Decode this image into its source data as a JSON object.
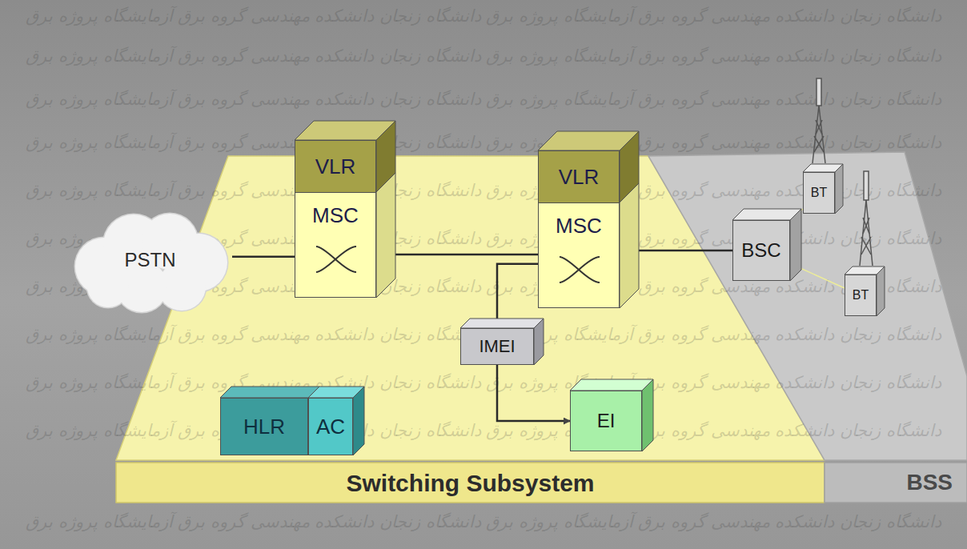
{
  "diagram": {
    "nodes": [
      {
        "text": [
          "Switching Subsystem"
        ]
      },
      {
        "text": [
          "BSS"
        ]
      },
      {
        "text": [
          "PSTN"
        ]
      },
      {
        "text": [
          "VLR",
          "MSC"
        ],
        "in": 0
      },
      {
        "text": [
          "VLR",
          "MSC"
        ],
        "in": 0
      },
      {
        "text": [
          "IMEI"
        ],
        "in": 0
      },
      {
        "text": [
          "EI"
        ],
        "in": 0
      },
      {
        "text": [
          "HLR"
        ],
        "in": 0
      },
      {
        "text": [
          "AC"
        ],
        "in": 0
      },
      {
        "text": [
          "BSC"
        ],
        "in": 1
      },
      {
        "text": [
          "BT"
        ],
        "in": 1
      },
      {
        "text": [
          "BT"
        ],
        "in": 1
      }
    ],
    "edges": [
      {
        "from": 2,
        "to": 3,
        "arrow": "none"
      },
      {
        "from": 3,
        "to": 4,
        "arrow": "none"
      },
      {
        "from": 4,
        "to": 9,
        "arrow": "none"
      },
      {
        "from": 5,
        "to": 4,
        "arrow": "none"
      },
      {
        "from": 5,
        "to": 6,
        "arrow": "to"
      },
      {
        "from": 9,
        "to": 10,
        "arrow": "none"
      },
      {
        "from": 9,
        "to": 11,
        "arrow": "none"
      }
    ],
    "labels": [
      "دانشگاه زنجان دانشکده مهندسی گروه برق آزمایشگاه پروژه برق دانشگاه زنجان دانشکده مهندسی گروه برق آزمایشگاه پروژه برق",
      "دانشگاه زنجان دانشکده مهندسی گروه برق آزمایشگاه پروژه برق دانشگاه زنجان دانشکده مهندسی گروه برق آزمایشگاه پروژه برق",
      "دانشگاه زنجان دانشکده مهندسی گروه برق آزمایشگاه پروژه برق دانشگاه زنجان دانشکده مهندسی گروه برق آزمایشگاه پروژه برق",
      "دانشگاه زنجان دانشکده مهندسی گروه برق آزمایشگاه پروژه برق دانشگاه زنجان دانشکده مهندسی گروه برق آزمایشگاه پروژه برق",
      "دانشگاه زنجان دانشکده مهندسی گروه برق آزمایشگاه پروژه برق دانشگاه زنجان دانشکده مهندسی گروه برق آزمایشگاه پروژه برق",
      "دانشگاه زنجان دانشکده مهندسی گروه برق آزمایشگاه پروژه برق دانشگاه زنجان دانشکده مهندسی گروه برق آزمایشگاه پروژه برق",
      "دانشگاه زنجان دانشکده مهندسی گروه برق آزمایشگاه پروژه برق دانشگاه زنجان دانشکده مهندسی گروه برق آزمایشگاه پروژه برق",
      "دانشگاه زنجان دانشکده مهندسی گروه برق آزمایشگاه پروژه برق دانشگاه زنجان دانشکده مهندسی گروه برق آزمایشگاه پروژه برق",
      "دانشگاه زنجان دانشکده مهندسی گروه برق آزمایشگاه پروژه برق دانشگاه زنجان دانشکده مهندسی گروه برق آزمایشگاه پروژه برق",
      "دانشگاه زنجان دانشکده مهندسی گروه برق آزمایشگاه پروژه برق دانشگاه زنجان دانشکده مهندسی گروه برق آزمایشگاه پروژه برق",
      "دانشگاه زنجان دانشکده مهندسی گروه برق آزمایشگاه پروژه برق دانشگاه زنجان دانشکده مهندسی گروه برق آزمایشگاه پروژه برق"
    ]
  }
}
